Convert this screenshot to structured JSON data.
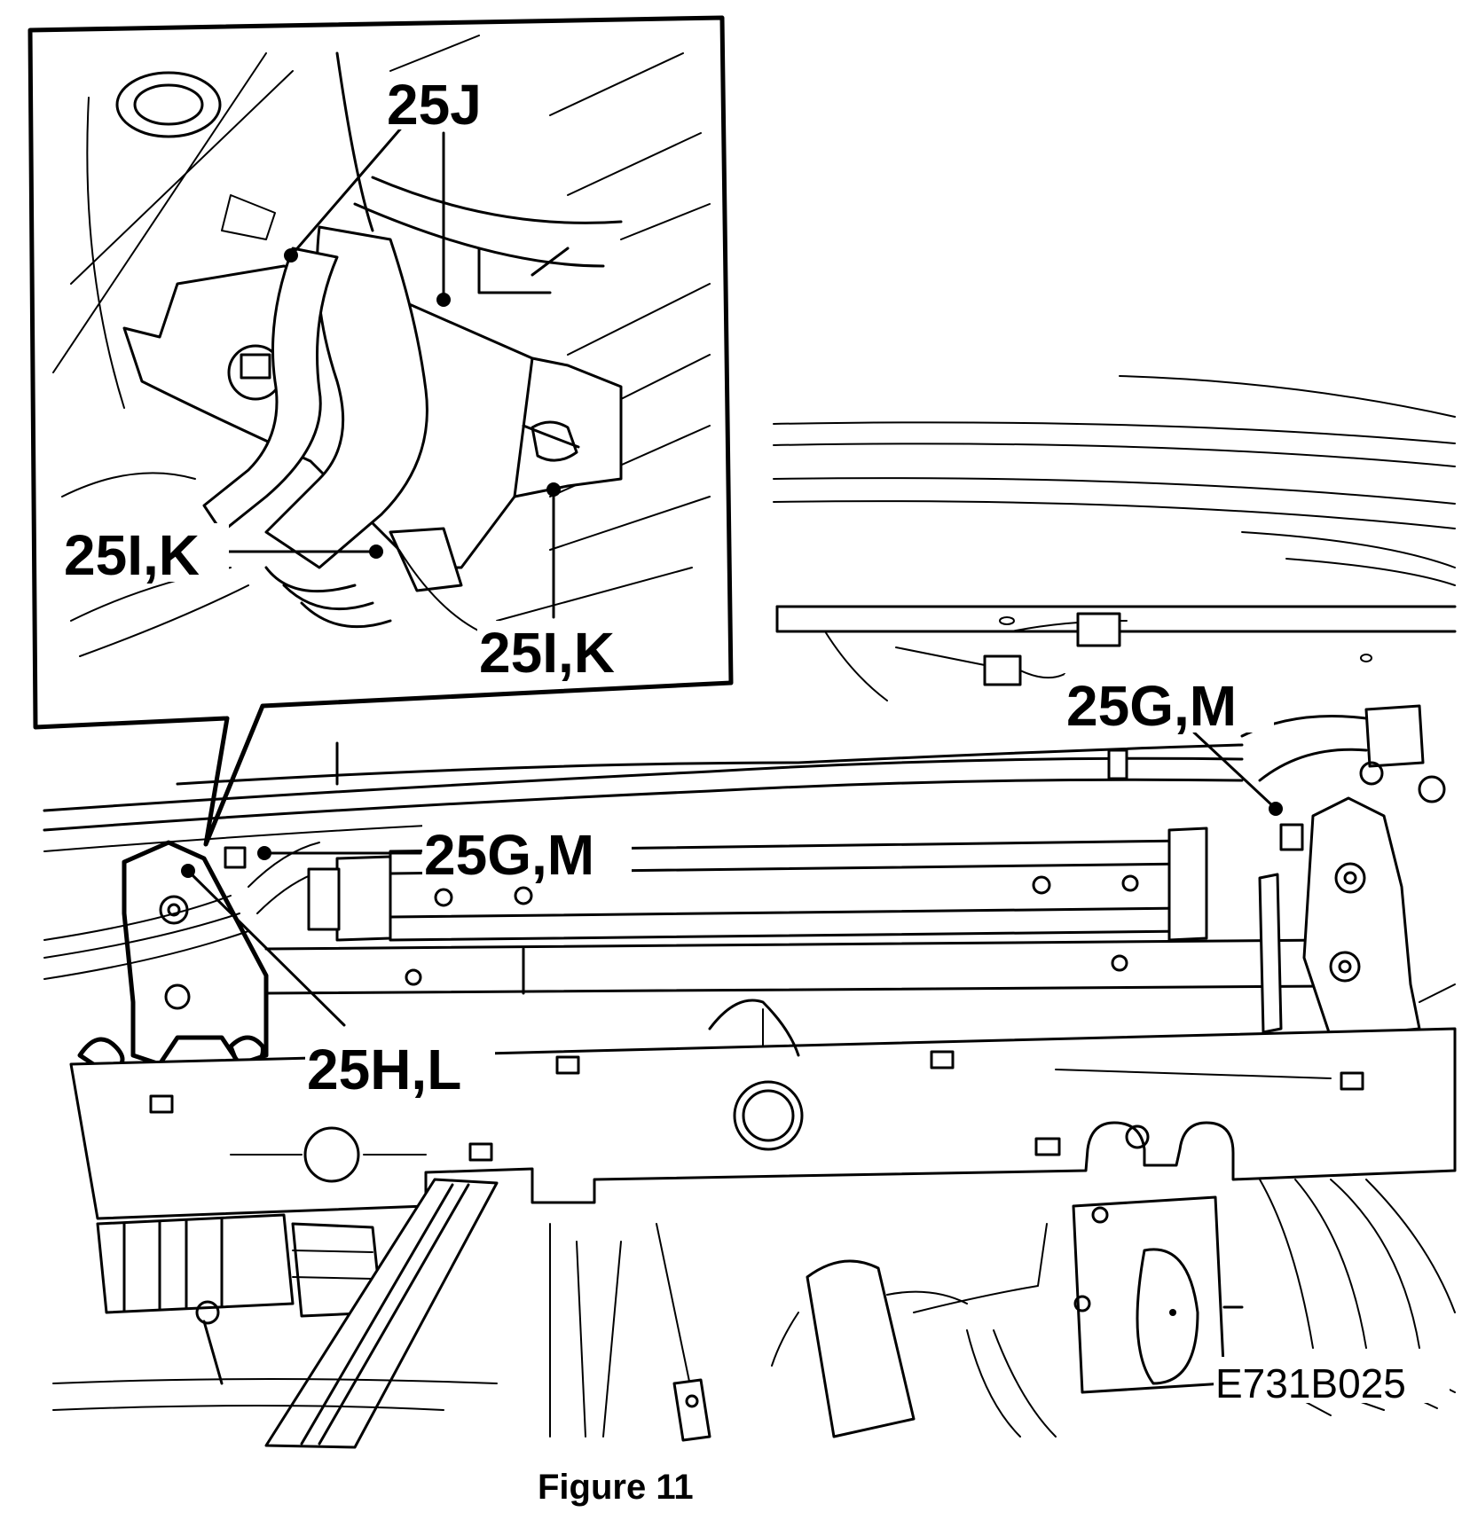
{
  "figure": {
    "caption": "Figure 11",
    "drawing_id": "E731B025"
  },
  "callouts": {
    "inset_25j": "25J",
    "inset_25ik_left": "25I,K",
    "inset_25ik_right": "25I,K",
    "main_25gm_top": "25G,M",
    "main_25gm_mid": "25G,M",
    "main_25hl": "25H,L"
  },
  "colors": {
    "ink": "#000000",
    "paper": "#ffffff"
  }
}
